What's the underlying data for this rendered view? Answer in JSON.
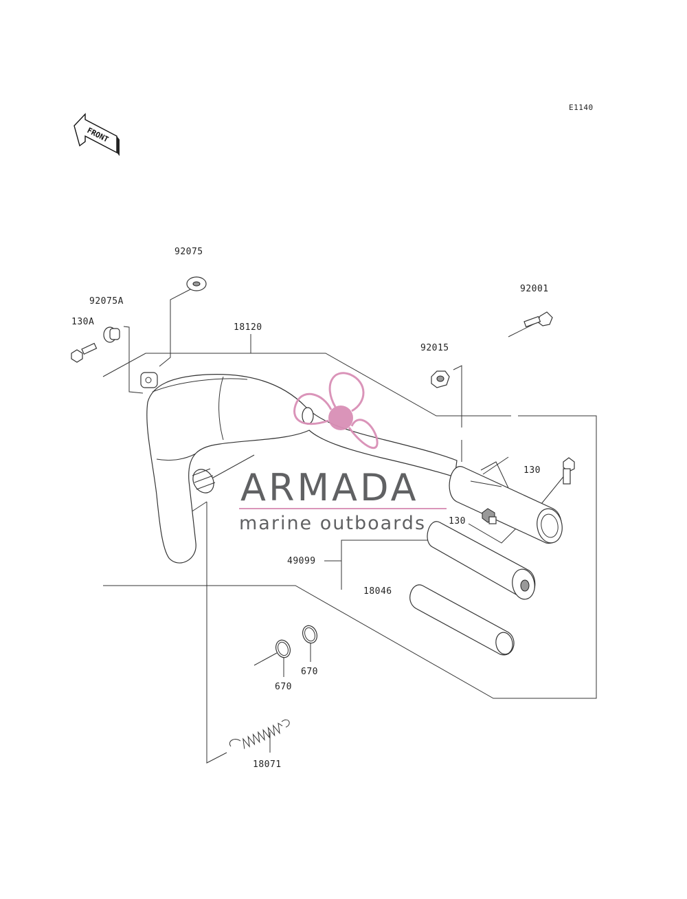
{
  "diagram": {
    "code": "E1140",
    "front_label": "FRONT",
    "parts": [
      {
        "id": "p92075",
        "label": "92075"
      },
      {
        "id": "p92075A",
        "label": "92075A"
      },
      {
        "id": "p130A",
        "label": "130A"
      },
      {
        "id": "p18120",
        "label": "18120"
      },
      {
        "id": "p92001",
        "label": "92001"
      },
      {
        "id": "p92015",
        "label": "92015"
      },
      {
        "id": "p130a",
        "label": "130"
      },
      {
        "id": "p130b",
        "label": "130"
      },
      {
        "id": "p49099",
        "label": "49099"
      },
      {
        "id": "p18046",
        "label": "18046"
      },
      {
        "id": "p670a",
        "label": "670"
      },
      {
        "id": "p670b",
        "label": "670"
      },
      {
        "id": "p18071",
        "label": "18071"
      }
    ]
  },
  "watermark": {
    "brand": "ARMADA",
    "tagline": "marine outboards",
    "accent_color": "#d98fb6",
    "text_color": "#58595b"
  }
}
